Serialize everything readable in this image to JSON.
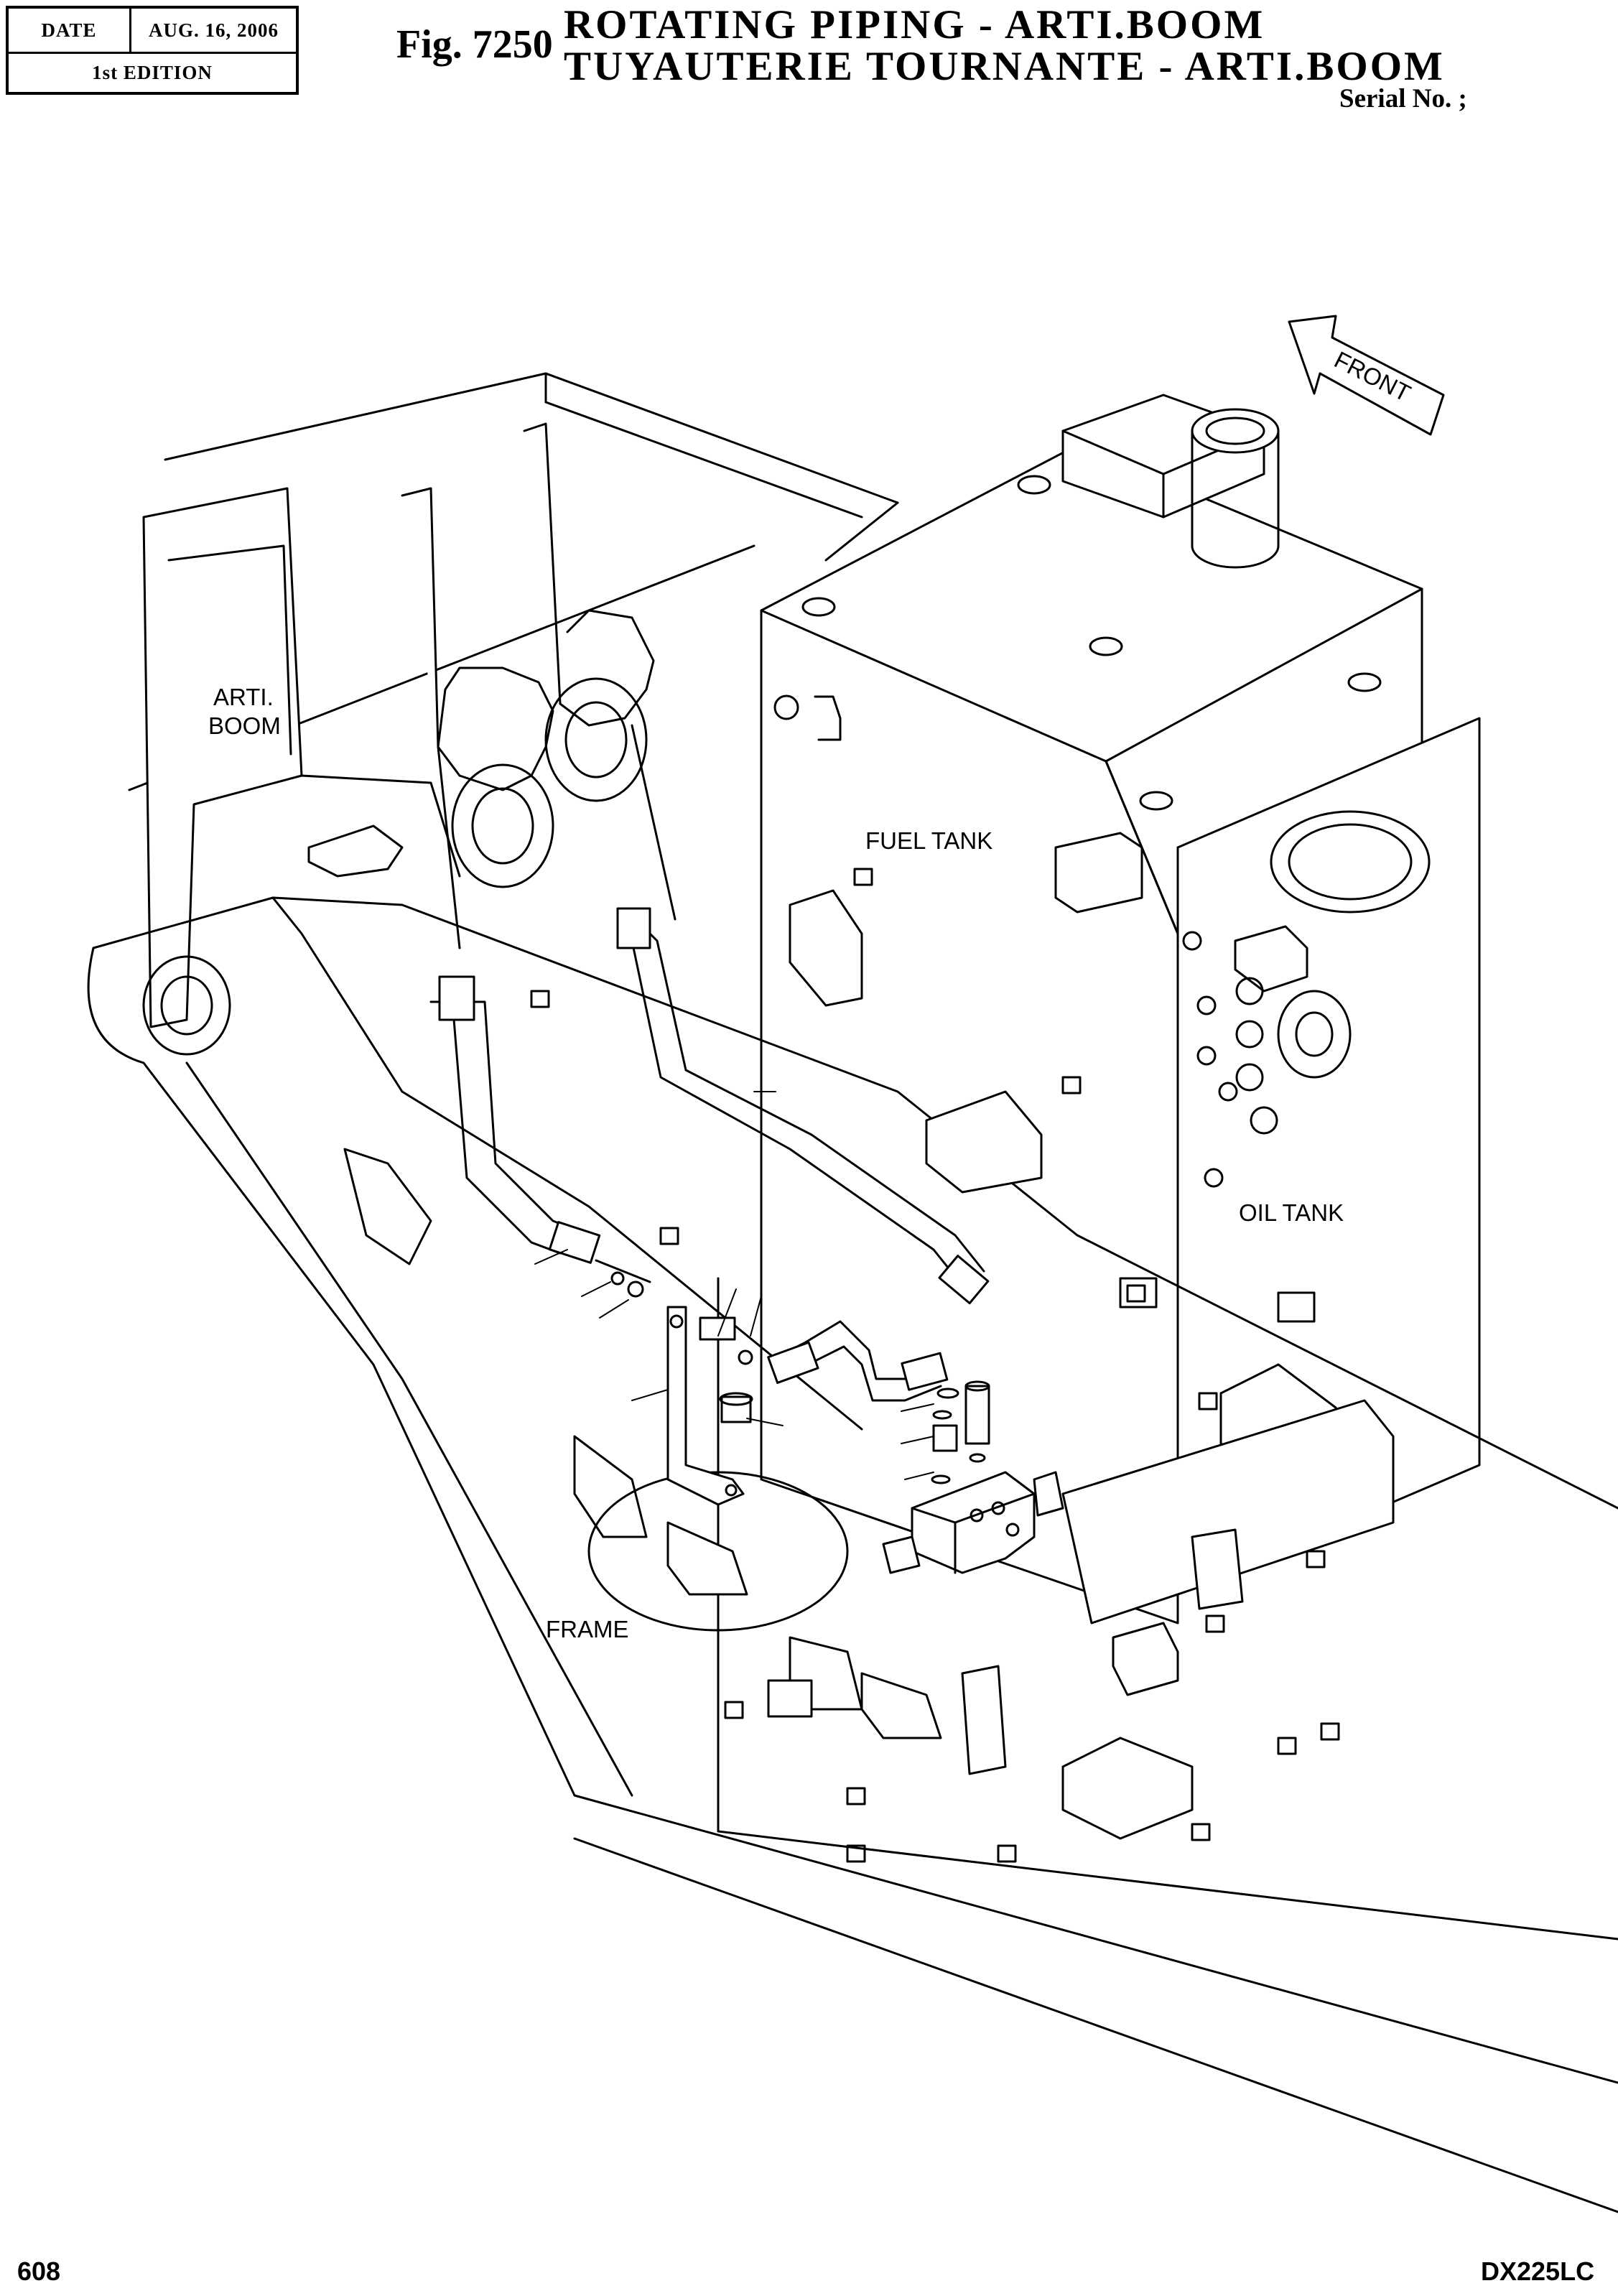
{
  "header": {
    "date_label": "DATE",
    "date_value": "AUG. 16, 2006",
    "edition": "1st EDITION"
  },
  "title": {
    "figure": "Fig. 7250",
    "line1": "ROTATING PIPING - ARTI.BOOM",
    "line2": "TUYAUTERIE TOURNANTE - ARTI.BOOM",
    "serial": "Serial No. ;"
  },
  "diagram": {
    "front_arrow": "FRONT",
    "labels": {
      "arti": "ARTI.",
      "boom": "BOOM",
      "fuel_tank": "FUEL TANK",
      "oil_tank": "OIL TANK",
      "frame": "FRAME"
    }
  },
  "footer": {
    "page": "608",
    "model": "DX225LC"
  }
}
